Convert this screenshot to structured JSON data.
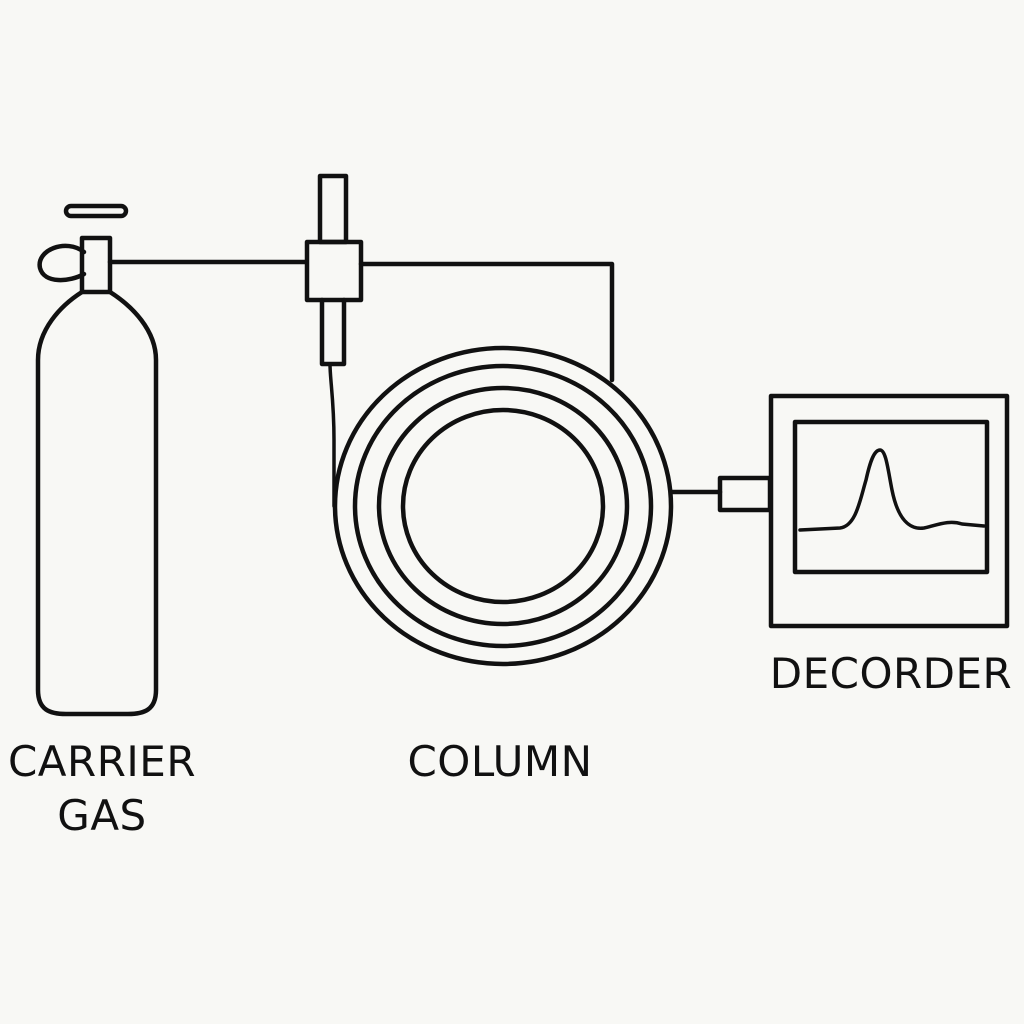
{
  "labels": {
    "carrier_gas_line1": "CARRIER",
    "carrier_gas_line2": "GAS",
    "column": "COLUMN",
    "detector": "DECORDER"
  },
  "colors": {
    "background": "#f8f8f5",
    "line": "#111111"
  }
}
